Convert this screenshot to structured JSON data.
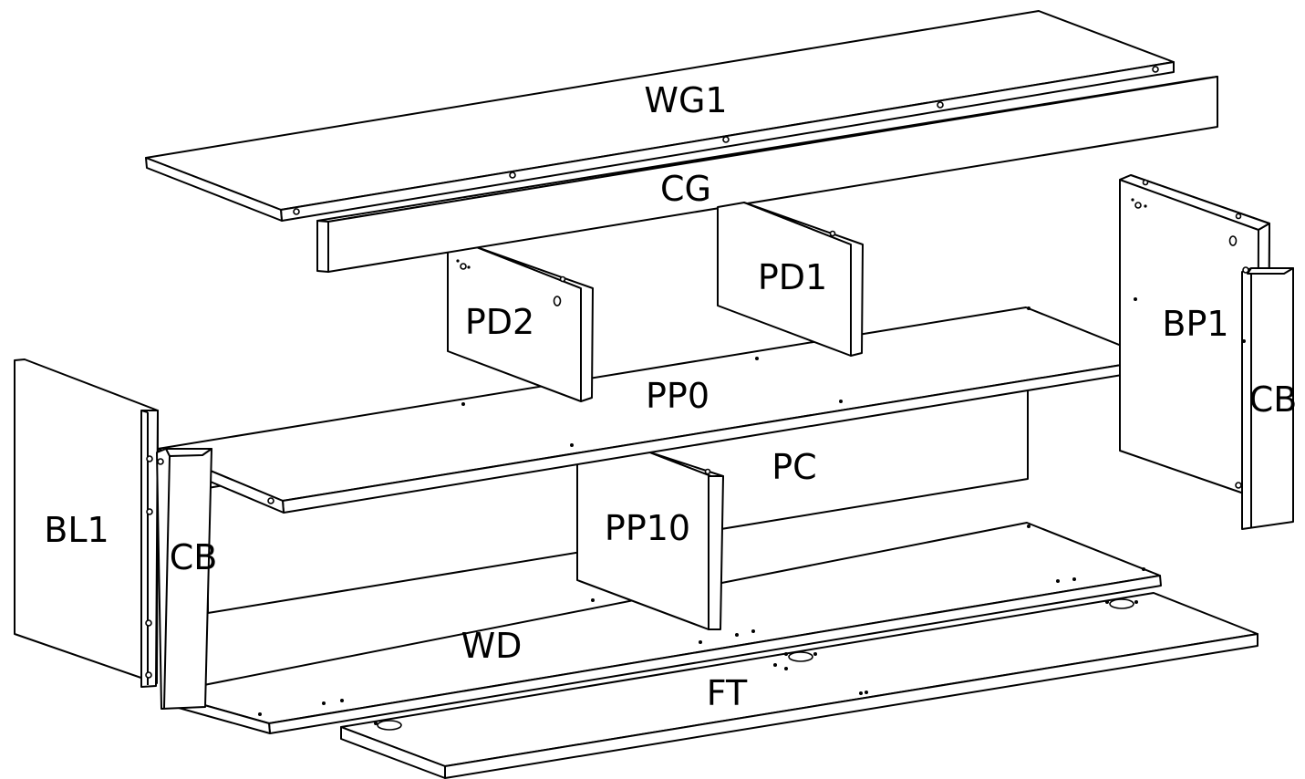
{
  "parts": {
    "wg1": "WG1",
    "cg": "CG",
    "pd1": "PD1",
    "pd2": "PD2",
    "bp1": "BP1",
    "cb_right": "CB",
    "pp0": "PP0",
    "pc": "PC",
    "bl1": "BL1",
    "cb_left": "CB",
    "pp10": "PP10",
    "wd": "WD",
    "ft": "FT"
  },
  "colors": {
    "line": "#000000",
    "fill": "#ffffff"
  }
}
